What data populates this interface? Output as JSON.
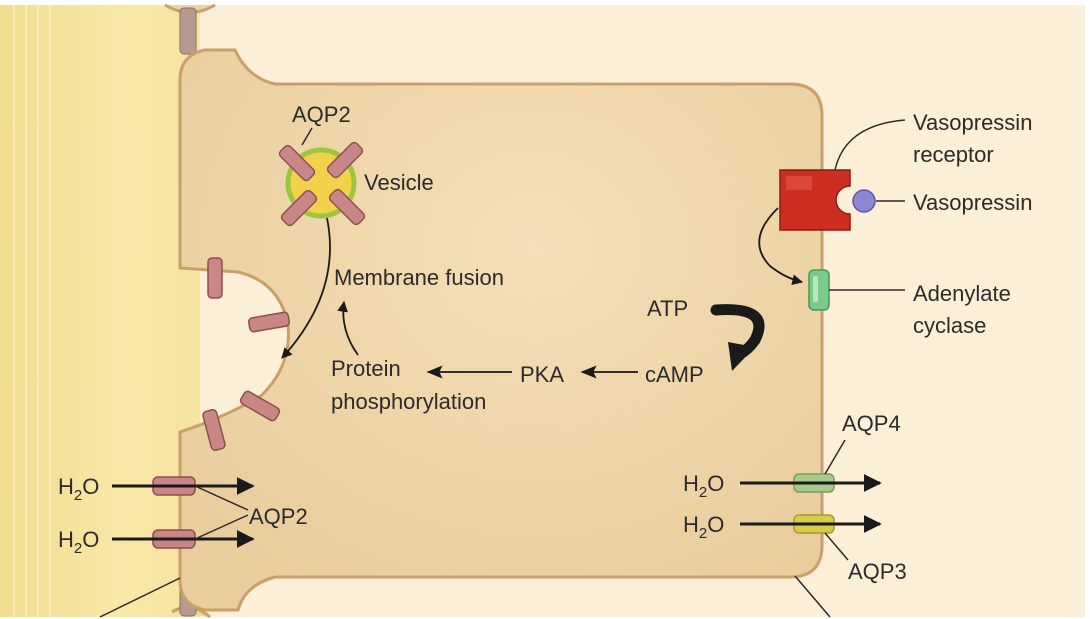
{
  "labels": {
    "aqp2_vesicle": "AQP2",
    "vesicle": "Vesicle",
    "membrane_fusion": "Membrane fusion",
    "protein_line1": "Protein",
    "protein_line2": "phosphorylation",
    "pka": "PKA",
    "camp": "cAMP",
    "atp": "ATP",
    "receptor_line1": "Vasopressin",
    "receptor_line2": "receptor",
    "vasopressin": "Vasopressin",
    "adenylate_line1": "Adenylate",
    "adenylate_line2": "cyclase",
    "aqp2_channels": "AQP2",
    "aqp4": "AQP4",
    "aqp3": "AQP3",
    "water_main": "H",
    "water_sub": "2",
    "water_tail": "O"
  },
  "colors": {
    "lumen": "#f6e7a8",
    "interstitial": "#fbf0d7",
    "cell": "#ecd2a4",
    "cell_border": "#c9a06a",
    "aqp2": "#c98686",
    "aqp4": "#a8c98a",
    "aqp3": "#d8cc4a",
    "receptor": "#cc2f22",
    "vasopressin": "#8f86d3",
    "adenylate": "#7cc98c",
    "vesicle_core": "#f2d24a",
    "vesicle_ring": "#9cc63f"
  },
  "icons": {
    "vesicle": "vesicle-icon",
    "receptor": "vasopressin-receptor-icon",
    "ligand": "vasopressin-molecule-icon",
    "enzyme": "adenylate-cyclase-icon",
    "channel": "aquaporin-channel-icon"
  }
}
